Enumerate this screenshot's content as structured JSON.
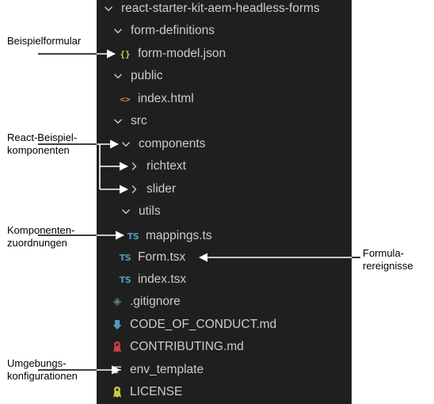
{
  "explorer": {
    "root": "react-starter-kit-aem-headless-forms",
    "items": [
      {
        "label": "form-definitions",
        "kind": "folder-open"
      },
      {
        "label": "form-model.json",
        "kind": "json",
        "icon": "{}"
      },
      {
        "label": "public",
        "kind": "folder-open"
      },
      {
        "label": "index.html",
        "kind": "html",
        "icon": "<>"
      },
      {
        "label": "src",
        "kind": "folder-open"
      },
      {
        "label": "components",
        "kind": "folder-open"
      },
      {
        "label": "richtext",
        "kind": "folder-closed"
      },
      {
        "label": "slider",
        "kind": "folder-closed"
      },
      {
        "label": "utils",
        "kind": "folder-open"
      },
      {
        "label": "mappings.ts",
        "kind": "ts",
        "icon": "TS"
      },
      {
        "label": "Form.tsx",
        "kind": "ts",
        "icon": "TS"
      },
      {
        "label": "index.tsx",
        "kind": "ts",
        "icon": "TS"
      },
      {
        "label": ".gitignore",
        "kind": "git"
      },
      {
        "label": "CODE_OF_CONDUCT.md",
        "kind": "md-blue"
      },
      {
        "label": "CONTRIBUTING.md",
        "kind": "md-red"
      },
      {
        "label": "env_template",
        "kind": "text"
      },
      {
        "label": "LICENSE",
        "kind": "license"
      }
    ]
  },
  "annotations": {
    "beispielformular": "Beispielformular",
    "react_line1": "React-Beispiel-",
    "react_line2": "komponenten",
    "komp_line1": "Komponenten-",
    "komp_line2": "zuordnungen",
    "formula_line1": "Formula-",
    "formula_line2": "rereignisse",
    "umg_line1": "Umgebungs-",
    "umg_line2": "konfigurationen"
  },
  "colors": {
    "panel_bg": "#1f1f1f",
    "text": "#cccccc",
    "json_icon": "#cbcb41",
    "html_icon": "#e37933",
    "ts_icon": "#519aba",
    "git_icon": "#41535b",
    "md_blue": "#519aba",
    "md_red": "#cc3e44",
    "license_icon": "#cbcb41"
  }
}
